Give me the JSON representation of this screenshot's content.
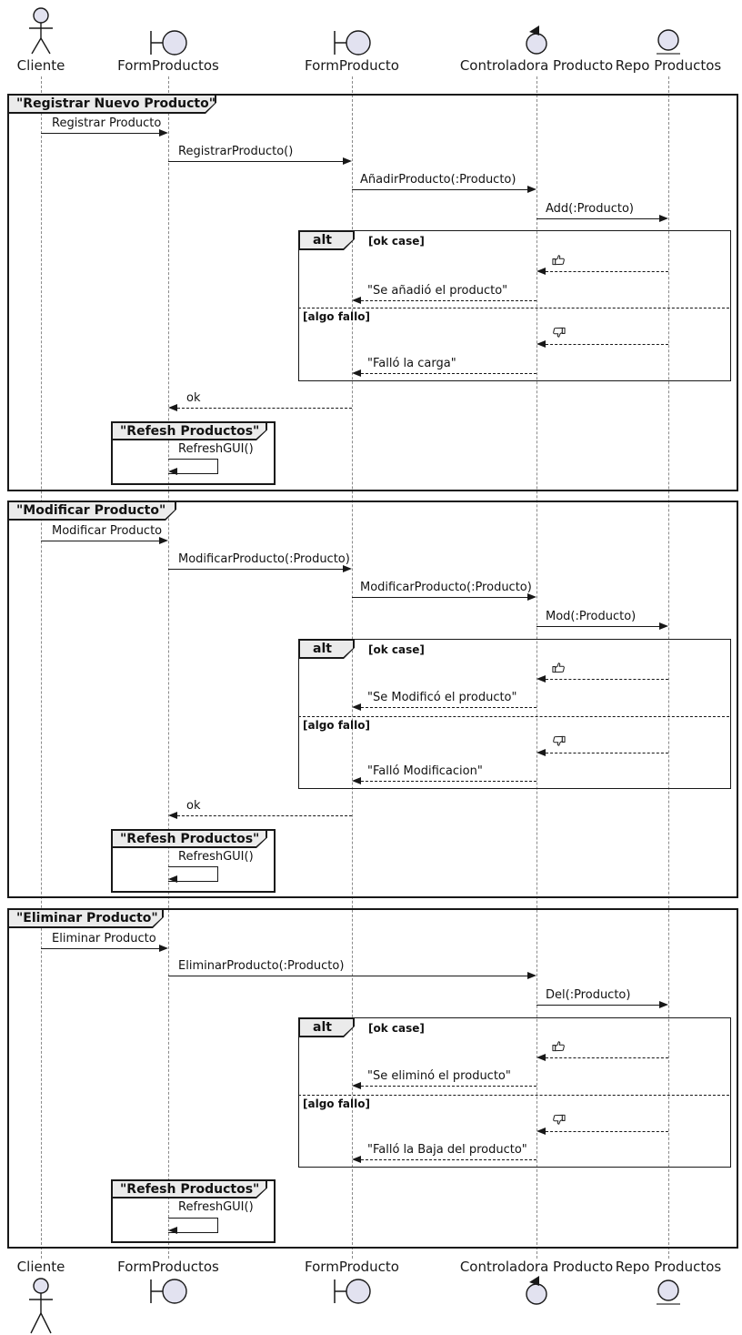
{
  "diagram_type": "uml-sequence-diagram",
  "participants": [
    {
      "label": "Cliente",
      "type": "actor"
    },
    {
      "label": "FormProductos",
      "type": "boundary"
    },
    {
      "label": "FormProducto",
      "type": "boundary"
    },
    {
      "label": "Controladora Producto",
      "type": "control"
    },
    {
      "label": "Repo Productos",
      "type": "entity"
    }
  ],
  "alt": {
    "operator": "alt",
    "guard_ok": "[ok case]",
    "guard_fail": "[algo fallo]"
  },
  "common": {
    "return_ok": "ok",
    "refresh_frame_title": "\"Refesh Productos\"",
    "refresh_message": "RefreshGUI()"
  },
  "frames": [
    {
      "title": "\"Registrar Nuevo Producto\"",
      "messages": {
        "m1": "Registrar Producto",
        "m2": "RegistrarProducto()",
        "m3": "AñadirProducto(:Producto)",
        "m4": "Add(:Producto)",
        "ok_reply": "\"Se añadió el producto\"",
        "fail_reply": "\"Falló la carga\""
      }
    },
    {
      "title": "\"Modificar Producto\"",
      "messages": {
        "m1": "Modificar Producto",
        "m2": "ModificarProducto(:Producto)",
        "m3": "ModificarProducto(:Producto)",
        "m4": "Mod(:Producto)",
        "ok_reply": "\"Se Modificó el producto\"",
        "fail_reply": "\"Falló Modificacion\""
      }
    },
    {
      "title": "\"Eliminar Producto\"",
      "messages": {
        "m1": "Eliminar Producto",
        "m2": "EliminarProducto(:Producto)",
        "m3": "Del(:Producto)",
        "ok_reply": "\"Se eliminó el producto\"",
        "fail_reply": "\"Falló la Baja del producto\""
      }
    }
  ],
  "icons": {
    "ok_result": "thumbs-up",
    "fail_result": "thumbs-down"
  },
  "colors": {
    "background": "#FFFFFF",
    "participant_fill": "#E2E2F0",
    "border": "#181818",
    "tab_fill": "#EBEBEB",
    "lifeline": "#8A8A8A"
  }
}
